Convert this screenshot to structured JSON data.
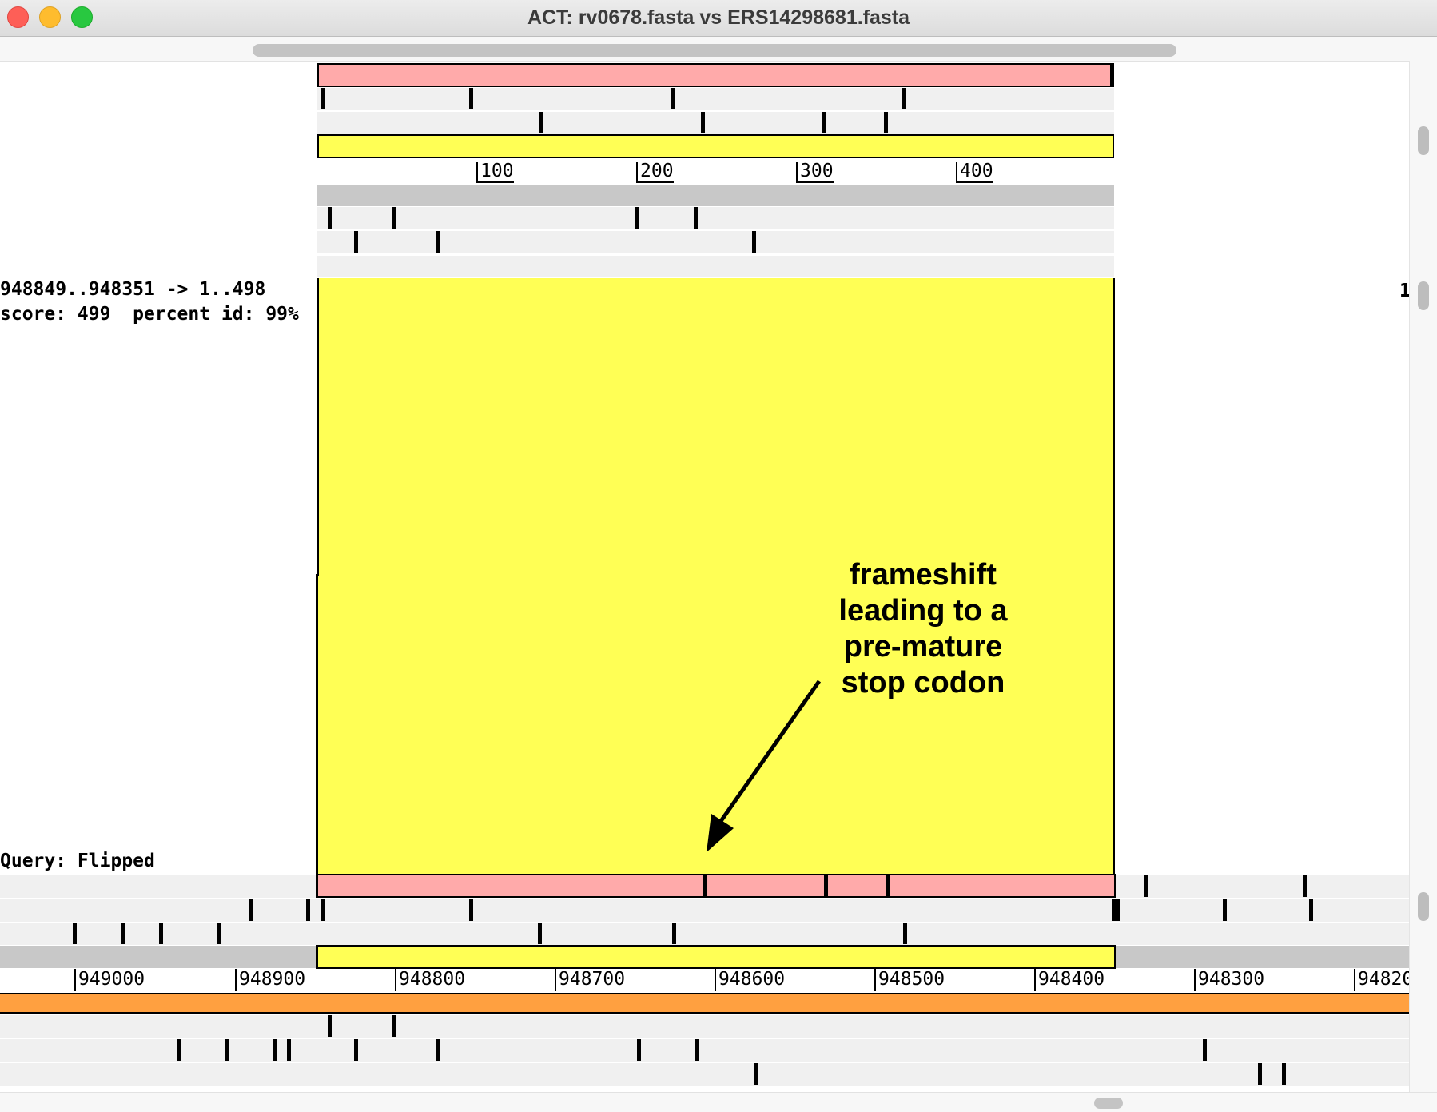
{
  "window": {
    "title": "ACT: rv0678.fasta vs ERS14298681.fasta",
    "traffic_lights": [
      "close",
      "minimize",
      "zoom"
    ]
  },
  "top_ruler": {
    "labels": [
      "100",
      "200",
      "300",
      "400"
    ]
  },
  "match_info": {
    "range": "948849..948351 -> 1..498",
    "score_line": "score: 499  percent id: 99%",
    "right_label": "1",
    "query_label": "Query: Flipped"
  },
  "annotation": {
    "lines": [
      "frameshift",
      "leading to a",
      "pre-mature",
      "stop codon"
    ],
    "arrow": "arrow pointing to frameshift stop codon"
  },
  "bottom_ruler": {
    "labels": [
      "949000",
      "948900",
      "948800",
      "948700",
      "948600",
      "948500",
      "948400",
      "948300",
      "94820"
    ]
  },
  "colors": {
    "match_yellow": "#ffff55",
    "stop_pink": "#ffaaaa",
    "orange_track": "#ffa040",
    "track_band": "#f0f0f0",
    "grey_band": "#c8c8c8"
  }
}
